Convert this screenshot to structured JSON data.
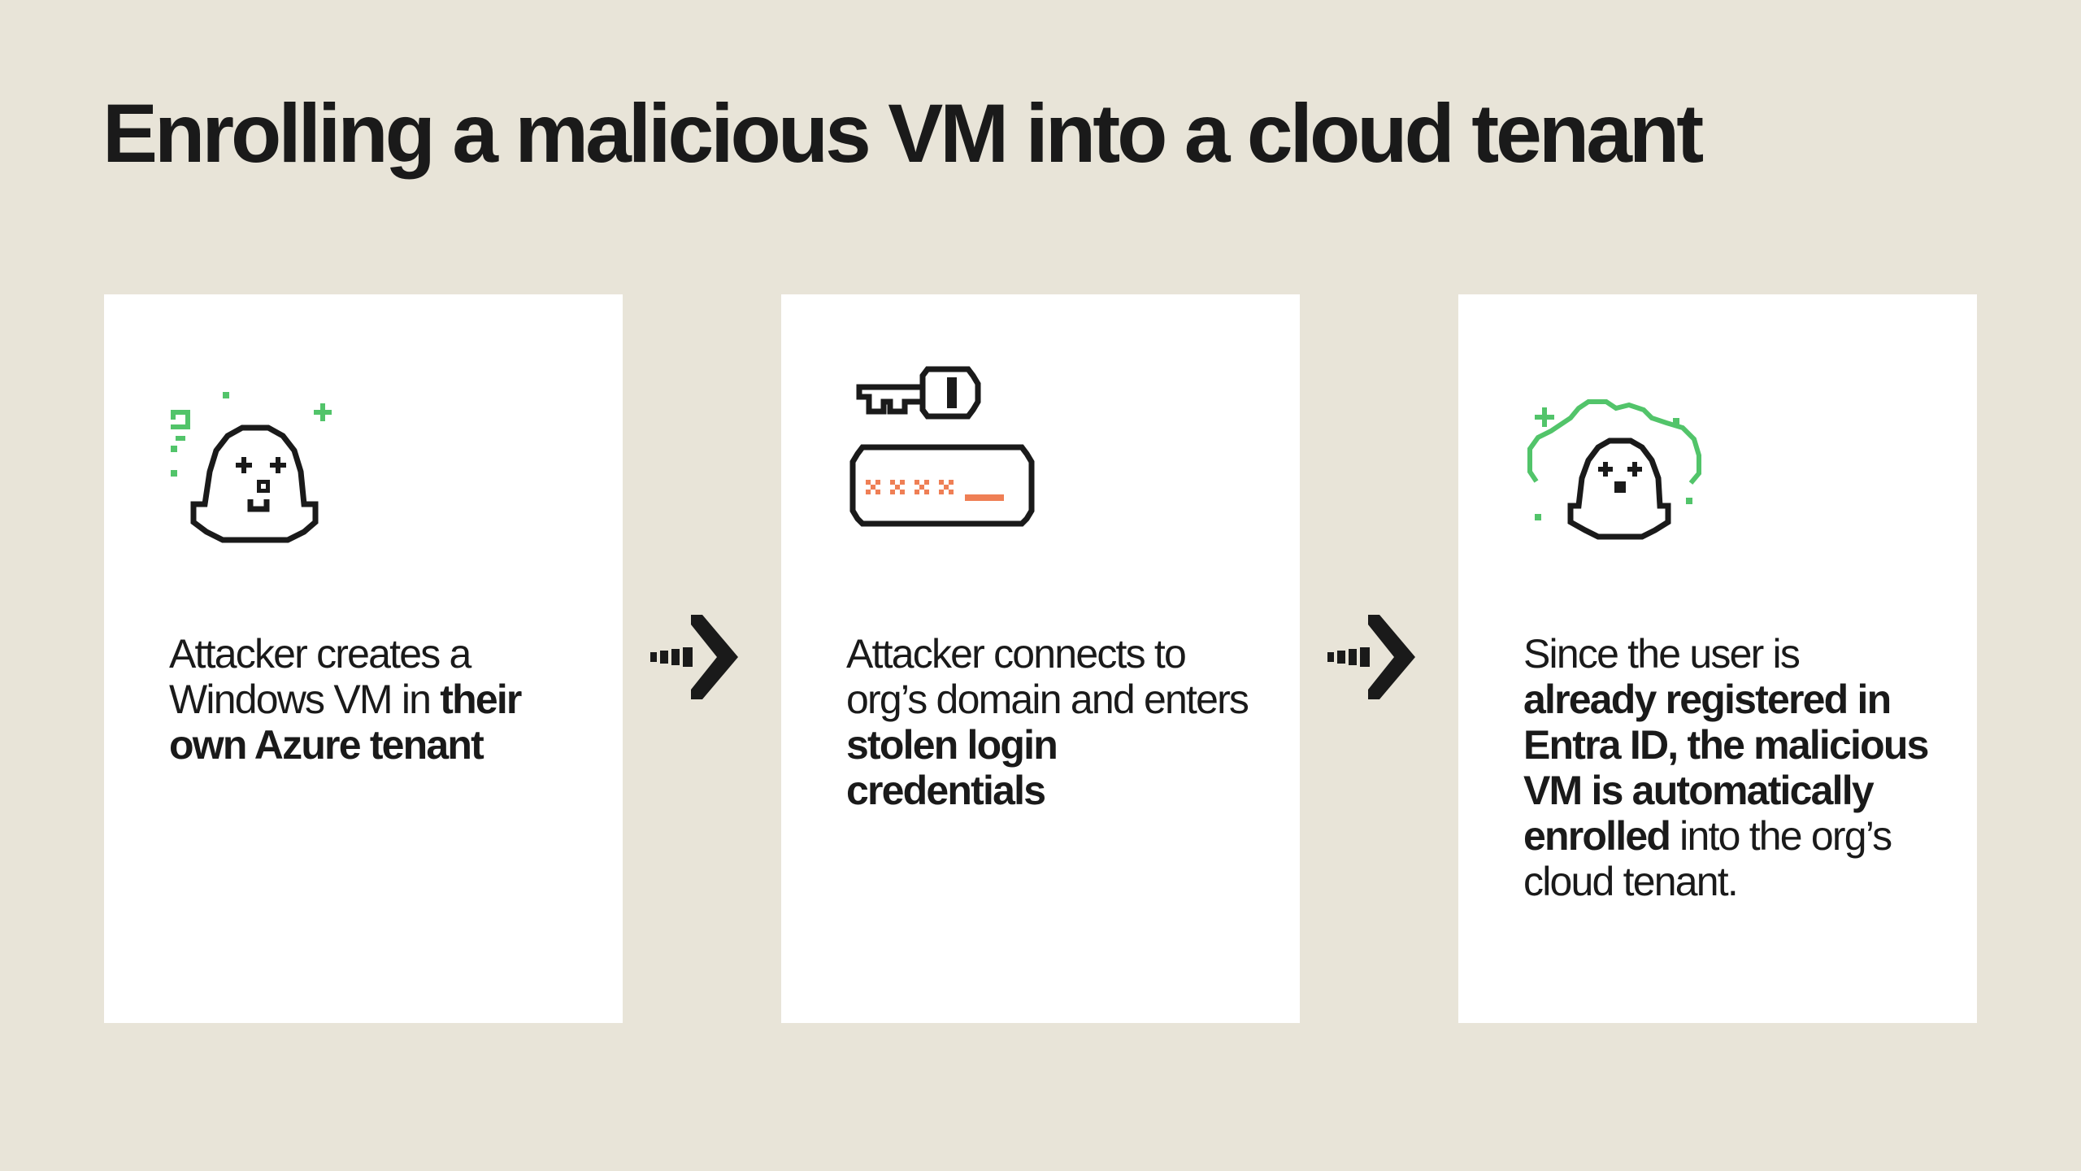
{
  "title": "Enrolling a malicious VM into a cloud tenant",
  "colors": {
    "background": "#e8e4d8",
    "card": "#ffffff",
    "ink": "#1a1a1a",
    "accent_green": "#52c46a",
    "accent_orange": "#ef7f55"
  },
  "steps": [
    {
      "icon": "ghost-icon",
      "text_parts": [
        {
          "t": "Attacker creates a Windows VM in ",
          "b": false
        },
        {
          "t": "their own Azure tenant",
          "b": true
        }
      ]
    },
    {
      "icon": "key-password-icon",
      "text_parts": [
        {
          "t": "Attacker connects to org’s domain and enters ",
          "b": false
        },
        {
          "t": "stolen login credentials",
          "b": true
        }
      ]
    },
    {
      "icon": "ghost-in-cloud-icon",
      "text_parts": [
        {
          "t": "Since the user is ",
          "b": false
        },
        {
          "t": "already registered in Entra ID, the malicious VM is automatically enrolled",
          "b": true
        },
        {
          "t": " into the org’s cloud tenant.",
          "b": false
        }
      ]
    }
  ],
  "connectors": [
    {
      "icon": "arrow-right-icon"
    },
    {
      "icon": "arrow-right-icon"
    }
  ]
}
